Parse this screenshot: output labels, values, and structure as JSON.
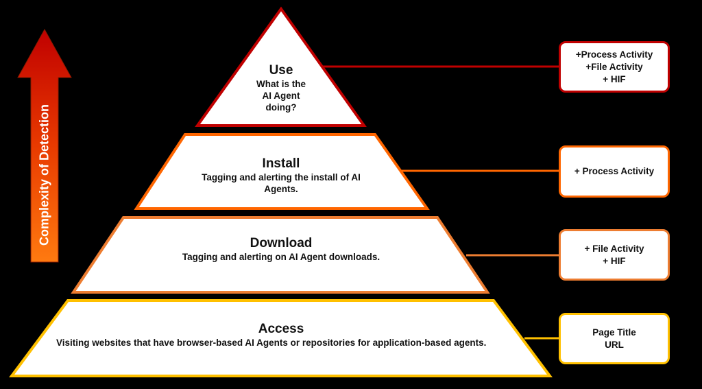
{
  "arrow": {
    "label": "Complexity of Detection"
  },
  "colors": {
    "use": "#c00000",
    "install": "#ff6600",
    "download": "#ed7d31",
    "access": "#ffc000"
  },
  "levels": [
    {
      "title": "Use",
      "desc": "What is the AI Agent doing?",
      "desc_lines": [
        "What is the",
        "AI Agent",
        "doing?"
      ],
      "box_lines": [
        "+Process Activity",
        "+File Activity",
        "+ HIF"
      ]
    },
    {
      "title": "Install",
      "desc": "Tagging and alerting the install of AI Agents.",
      "box_lines": [
        "+ Process Activity"
      ]
    },
    {
      "title": "Download",
      "desc": "Tagging and alerting on AI Agent downloads.",
      "box_lines": [
        "+ File Activity",
        "+ HIF"
      ]
    },
    {
      "title": "Access",
      "desc": "Visiting websites that have browser-based AI Agents or repositories for application-based agents.",
      "box_lines": [
        "Page Title",
        "URL"
      ]
    }
  ]
}
